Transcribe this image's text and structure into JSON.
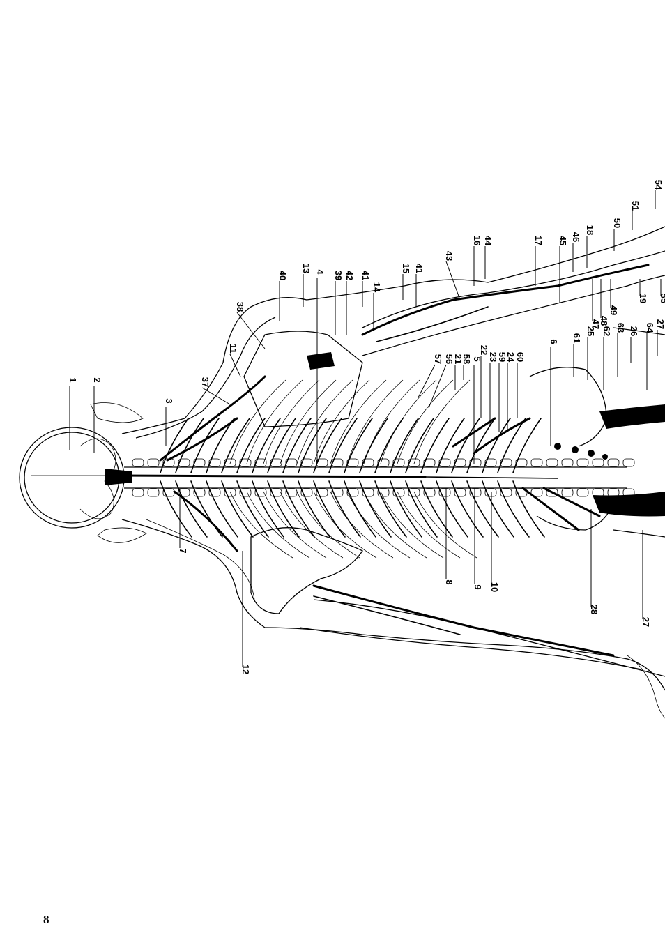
{
  "page": {
    "number": "8"
  },
  "figure": {
    "labels": [
      {
        "id": "1",
        "text": "1"
      },
      {
        "id": "2",
        "text": "2"
      },
      {
        "id": "3",
        "text": "3"
      },
      {
        "id": "4",
        "text": "4"
      },
      {
        "id": "5",
        "text": "5"
      },
      {
        "id": "6",
        "text": "6"
      },
      {
        "id": "7",
        "text": "7"
      },
      {
        "id": "8",
        "text": "8"
      },
      {
        "id": "9",
        "text": "9"
      },
      {
        "id": "10",
        "text": "10"
      },
      {
        "id": "11",
        "text": "11"
      },
      {
        "id": "12",
        "text": "12"
      },
      {
        "id": "13",
        "text": "13"
      },
      {
        "id": "14",
        "text": "14"
      },
      {
        "id": "15",
        "text": "15"
      },
      {
        "id": "16",
        "text": "16"
      },
      {
        "id": "17",
        "text": "17"
      },
      {
        "id": "18",
        "text": "18"
      },
      {
        "id": "19",
        "text": "19"
      },
      {
        "id": "21",
        "text": "21"
      },
      {
        "id": "22",
        "text": "22"
      },
      {
        "id": "23",
        "text": "23"
      },
      {
        "id": "24",
        "text": "24"
      },
      {
        "id": "25",
        "text": "25"
      },
      {
        "id": "26",
        "text": "26"
      },
      {
        "id": "27a",
        "text": "27"
      },
      {
        "id": "27b",
        "text": "27"
      },
      {
        "id": "28",
        "text": "28"
      },
      {
        "id": "37",
        "text": "37"
      },
      {
        "id": "38",
        "text": "38"
      },
      {
        "id": "39",
        "text": "39"
      },
      {
        "id": "40",
        "text": "40"
      },
      {
        "id": "41a",
        "text": "41"
      },
      {
        "id": "41b",
        "text": "41"
      },
      {
        "id": "42",
        "text": "42"
      },
      {
        "id": "43",
        "text": "43"
      },
      {
        "id": "44",
        "text": "44"
      },
      {
        "id": "45",
        "text": "45"
      },
      {
        "id": "46",
        "text": "46"
      },
      {
        "id": "47",
        "text": "47"
      },
      {
        "id": "48",
        "text": "48"
      },
      {
        "id": "49",
        "text": "49"
      },
      {
        "id": "50",
        "text": "50"
      },
      {
        "id": "51",
        "text": "51"
      },
      {
        "id": "54",
        "text": "54"
      },
      {
        "id": "55",
        "text": "55"
      },
      {
        "id": "56",
        "text": "56"
      },
      {
        "id": "57",
        "text": "57"
      },
      {
        "id": "58",
        "text": "58"
      },
      {
        "id": "59",
        "text": "59"
      },
      {
        "id": "60",
        "text": "60"
      },
      {
        "id": "61",
        "text": "61"
      },
      {
        "id": "62",
        "text": "62"
      },
      {
        "id": "63",
        "text": "63"
      },
      {
        "id": "64",
        "text": "64"
      }
    ]
  }
}
